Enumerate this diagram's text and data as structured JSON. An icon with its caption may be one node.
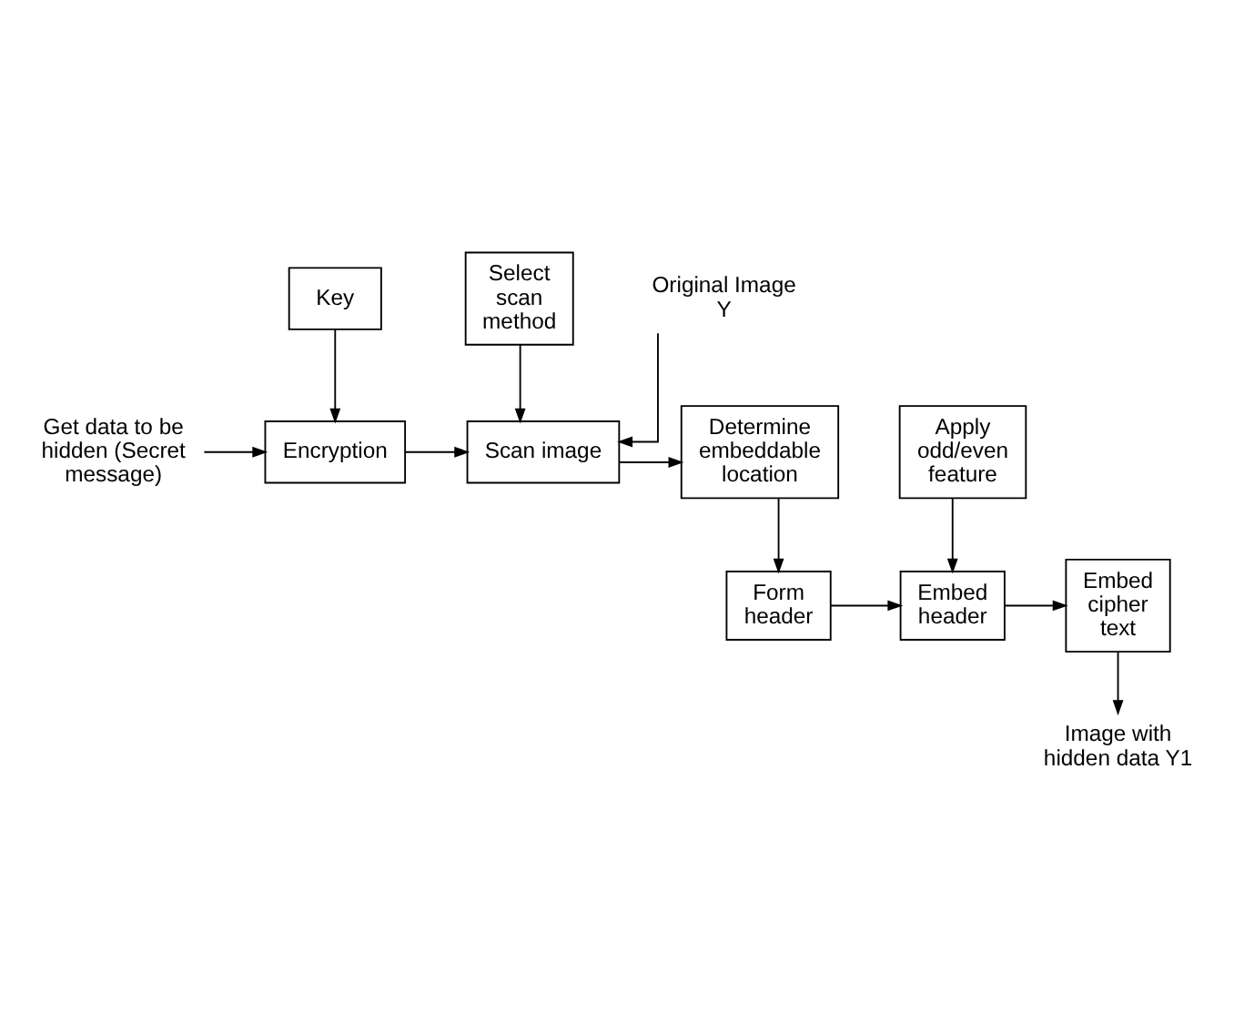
{
  "diagram": {
    "nodes": [
      {
        "text": [
          "Get data to be hidden (Secret message)"
        ]
      },
      {
        "text": [
          "Key"
        ]
      },
      {
        "text": [
          "Encryption"
        ]
      },
      {
        "text": [
          "Select scan method"
        ]
      },
      {
        "text": [
          "Scan image"
        ]
      },
      {
        "text": [
          "Determine embeddable location"
        ]
      },
      {
        "text": [
          "Original Image Y"
        ]
      },
      {
        "text": [
          "Form header"
        ]
      },
      {
        "text": [
          "Embed header"
        ]
      },
      {
        "text": [
          "Embed cipher text"
        ]
      },
      {
        "text": [
          "Apply odd/even feature"
        ]
      },
      {
        "text": [
          "Image with hidden data Y1"
        ]
      }
    ],
    "edges": [
      {
        "from": 0,
        "to": 2,
        "arrow": "to"
      },
      {
        "from": 1,
        "to": 2,
        "arrow": "to"
      },
      {
        "from": 2,
        "to": 4,
        "arrow": "to"
      },
      {
        "from": 3,
        "to": 4,
        "arrow": "to"
      },
      {
        "from": 6,
        "to": 4,
        "arrow": "to"
      },
      {
        "from": 4,
        "to": 5,
        "arrow": "to"
      },
      {
        "from": 5,
        "to": 7,
        "arrow": "to"
      },
      {
        "from": 7,
        "to": 8,
        "arrow": "to"
      },
      {
        "from": 10,
        "to": 8,
        "arrow": "to"
      },
      {
        "from": 8,
        "to": 9,
        "arrow": "to"
      },
      {
        "from": 9,
        "to": 11,
        "arrow": "to"
      }
    ]
  }
}
